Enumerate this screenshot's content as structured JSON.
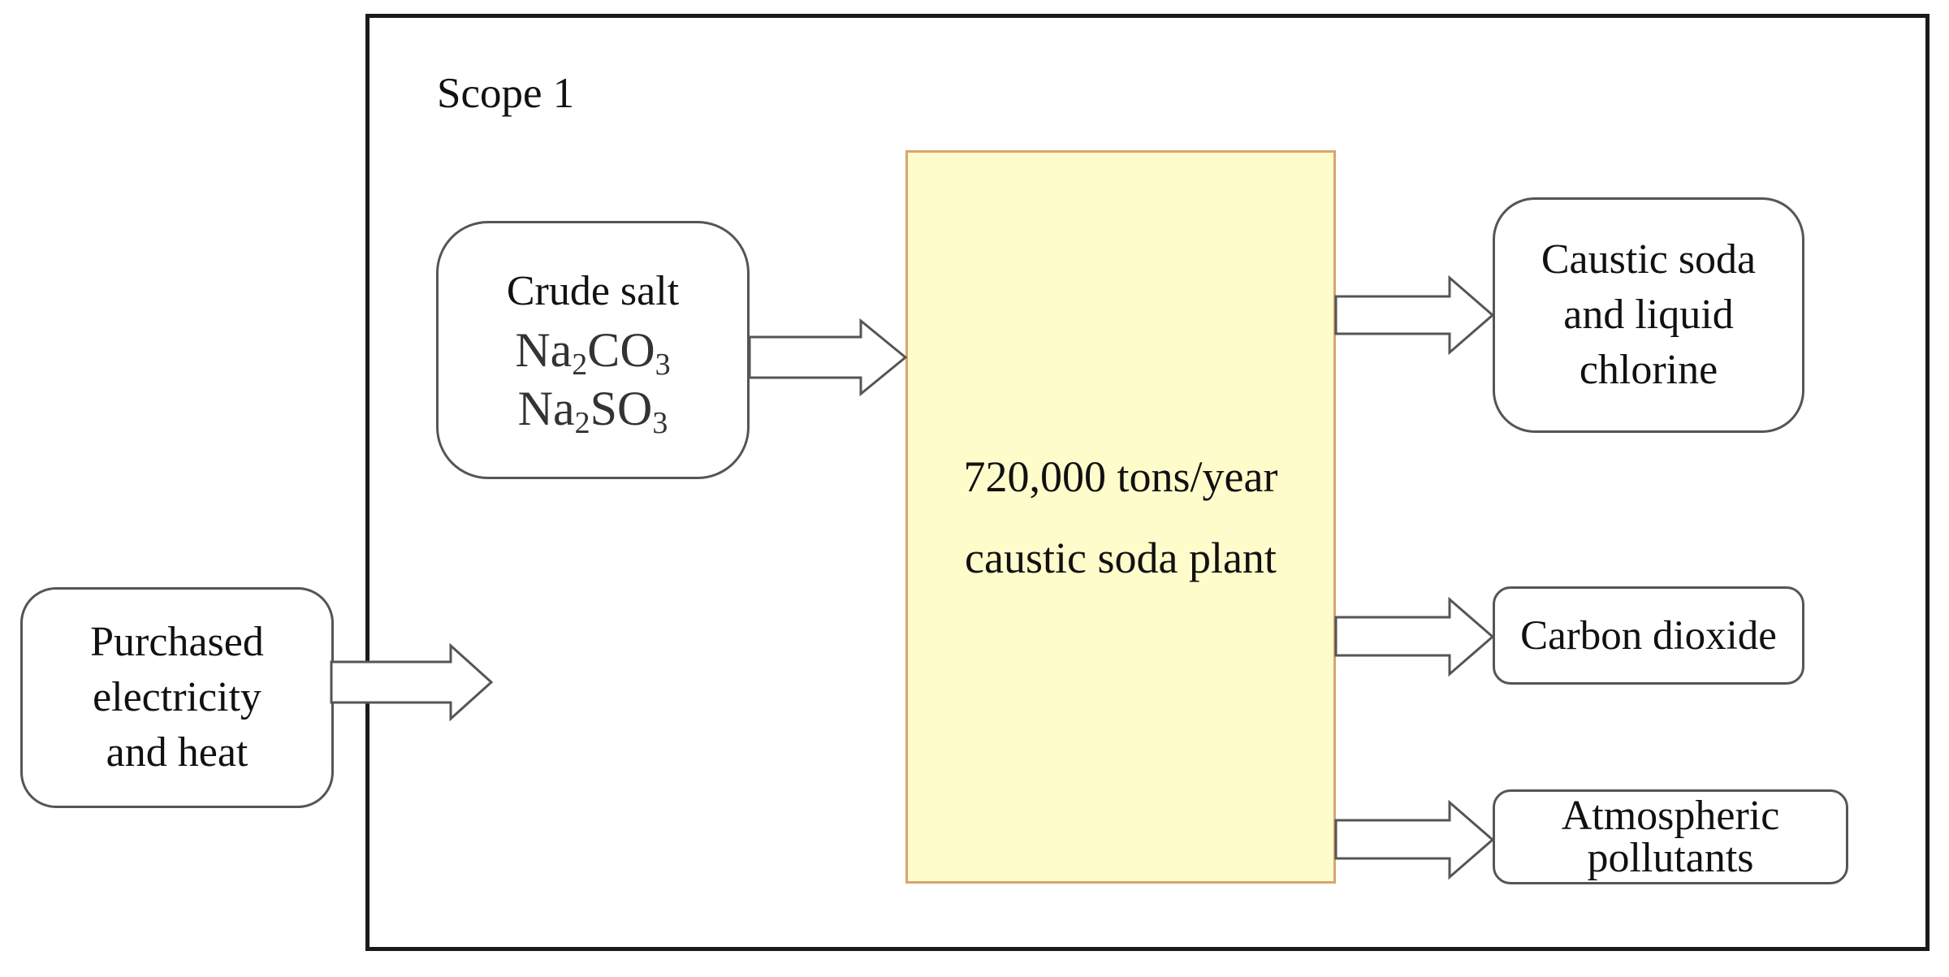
{
  "scope": {
    "label": "Scope 1"
  },
  "nodes": {
    "crude_salt": {
      "title": "Crude salt",
      "formulas": [
        {
          "base1": "Na",
          "sub1": "2",
          "base2": "CO",
          "sub2": "3"
        },
        {
          "base1": "Na",
          "sub1": "2",
          "base2": "SO",
          "sub2": "3"
        }
      ]
    },
    "purchased": {
      "lines": [
        "Purchased",
        "electricity",
        "and heat"
      ]
    },
    "plant": {
      "lines": [
        "720,000 tons/year",
        "caustic soda plant"
      ]
    },
    "outputs": {
      "caustic_soda": {
        "lines": [
          "Caustic soda",
          "and liquid",
          "chlorine"
        ]
      },
      "carbon_dioxide": {
        "label": "Carbon dioxide"
      },
      "atmospheric": {
        "lines": [
          "Atmospheric",
          "pollutants"
        ]
      }
    }
  },
  "colors": {
    "plant_fill": "#fffccb",
    "plant_border": "#d9a56d",
    "frame": "#1a1a1a",
    "node_border": "#555555"
  }
}
